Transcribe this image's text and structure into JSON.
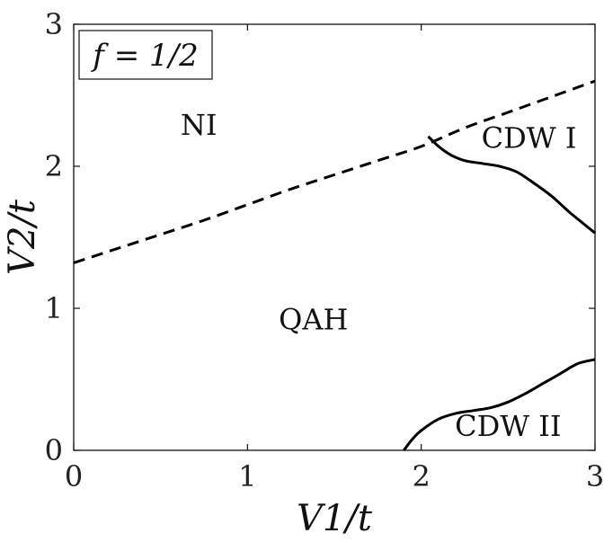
{
  "chart_data": {
    "type": "line",
    "title": "",
    "annotation": "f = 1/2",
    "xlabel": "V1/t",
    "ylabel": "V2/t",
    "xlim": [
      0,
      3
    ],
    "ylim": [
      0,
      3
    ],
    "xticks": [
      "0",
      "1",
      "2",
      "3"
    ],
    "yticks": [
      "0",
      "1",
      "2",
      "3"
    ],
    "grid": false,
    "regions": [
      {
        "label": "NI",
        "x": 0.72,
        "y": 2.22
      },
      {
        "label": "QAH",
        "x": 1.38,
        "y": 0.85
      },
      {
        "label": "CDW I",
        "x": 2.62,
        "y": 2.13
      },
      {
        "label": "CDW II",
        "x": 2.5,
        "y": 0.1
      }
    ],
    "series": [
      {
        "style": "dashed",
        "x": [
          0,
          0.25,
          0.5,
          0.75,
          1.0,
          1.25,
          1.5,
          1.75,
          2.0,
          2.25,
          2.5,
          2.75,
          3.0
        ],
        "y": [
          1.32,
          1.42,
          1.52,
          1.62,
          1.73,
          1.84,
          1.94,
          2.04,
          2.14,
          2.27,
          2.38,
          2.49,
          2.6
        ]
      },
      {
        "style": "solid",
        "x": [
          2.04,
          2.1,
          2.17,
          2.25,
          2.35,
          2.45,
          2.55,
          2.65,
          2.75,
          2.85,
          2.95,
          3.0
        ],
        "y": [
          2.21,
          2.14,
          2.08,
          2.04,
          2.02,
          2.0,
          1.96,
          1.88,
          1.79,
          1.68,
          1.58,
          1.53
        ]
      },
      {
        "style": "solid",
        "x": [
          1.9,
          1.95,
          2.0,
          2.1,
          2.2,
          2.3,
          2.4,
          2.5,
          2.6,
          2.7,
          2.8,
          2.9,
          3.0
        ],
        "y": [
          0.0,
          0.08,
          0.14,
          0.22,
          0.26,
          0.28,
          0.3,
          0.34,
          0.4,
          0.47,
          0.54,
          0.61,
          0.64
        ]
      }
    ]
  }
}
